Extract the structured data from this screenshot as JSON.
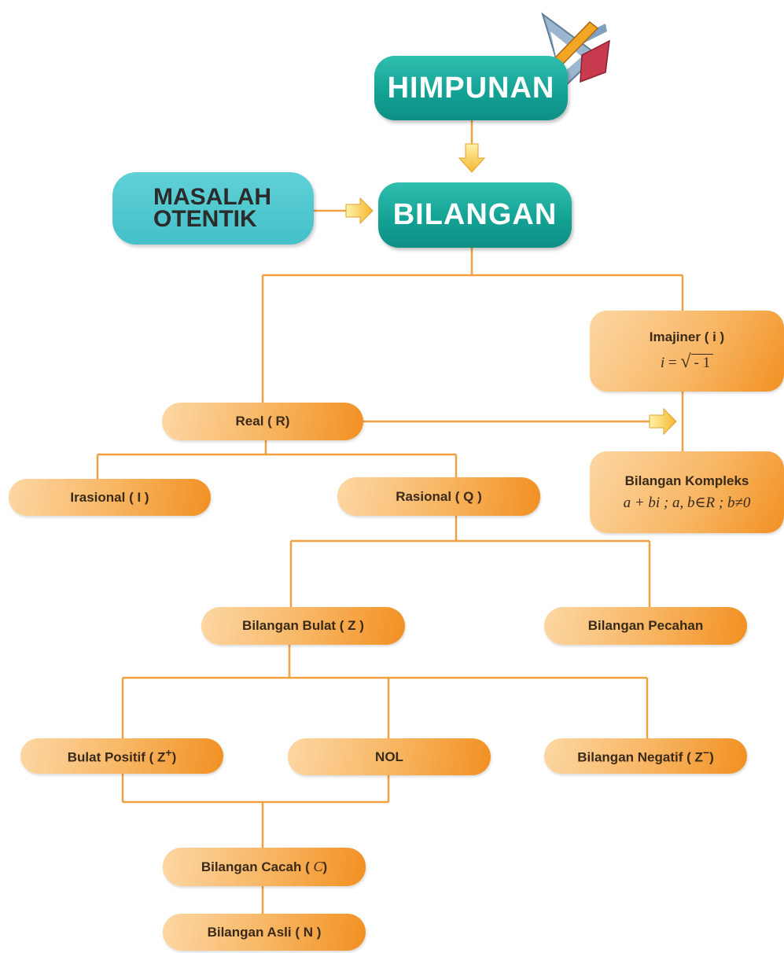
{
  "nodes": {
    "himpunan": "HIMPUNAN",
    "masalah_line1": "MASALAH",
    "masalah_line2": "OTENTIK",
    "bilangan": "BILANGAN",
    "imajiner_title": "Imajiner ( i )",
    "imajiner_i": "i",
    "imajiner_eq": " = ",
    "imajiner_radicand": "- 1",
    "real": "Real ( R)",
    "irasional": "Irasional ( I )",
    "rasional": "Rasional ( Q )",
    "kompleks_title": "Bilangan Kompleks",
    "kompleks_formula": "a + bi ; a, b∈R ; b≠0",
    "bulat": "Bilangan Bulat ( Z )",
    "pecahan": "Bilangan Pecahan",
    "bulat_positif": "Bulat Positif ( Z",
    "bulat_positif_sup": "+",
    "bulat_positif_end": ")",
    "nol": "NOL",
    "negatif": "Bilangan Negatif ( Z",
    "negatif_sup": "−",
    "negatif_end": ")",
    "cacah": "Bilangan Cacah ( ",
    "cacah_c": "C",
    "cacah_end": ")",
    "asli": "Bilangan Asli ( N )"
  },
  "colors": {
    "teal": "#12a093",
    "teal_light": "#45c0c9",
    "orange": "#f29022",
    "orange_light": "#fcd7a4",
    "connector": "#f0a040",
    "arrow": "#f7c23a"
  },
  "icons": {
    "top_right_of_himpunan": "ruler-pencil-triangle-icon",
    "arrow_down": "yellow-arrow-down-icon",
    "arrow_right": "yellow-arrow-right-icon"
  }
}
